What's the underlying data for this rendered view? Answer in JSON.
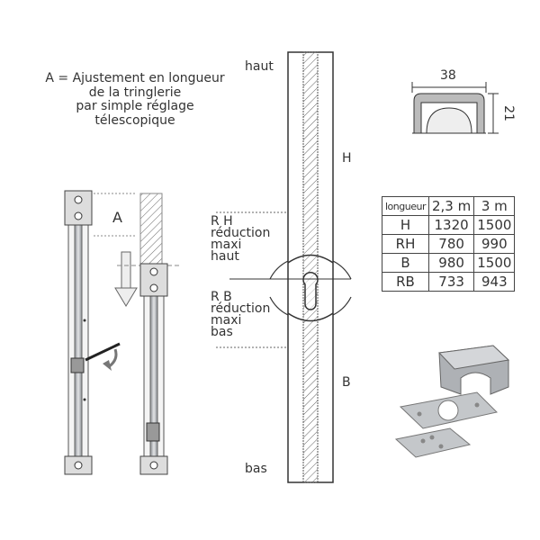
{
  "caption": {
    "lines": [
      "A = Ajustement en longueur",
      "de la tringlerie",
      "par simple réglage",
      "télescopique"
    ]
  },
  "labels": {
    "a": "A",
    "haut": "haut",
    "bas": "bas",
    "h": "H",
    "b": "B",
    "rh": [
      "R H",
      "réduction",
      "maxi",
      "haut"
    ],
    "rb": [
      "R B",
      "réduction",
      "maxi",
      "bas"
    ]
  },
  "profile": {
    "width": "38",
    "height": "21"
  },
  "table": {
    "headers": [
      "longueur",
      "2,3 m",
      "3 m"
    ],
    "rows": [
      [
        "H",
        "1320",
        "1500"
      ],
      [
        "RH",
        "780",
        "990"
      ],
      [
        "B",
        "980",
        "1500"
      ],
      [
        "RB",
        "733",
        "943"
      ]
    ]
  },
  "colors": {
    "line": "#333333",
    "metal": "#b9bcc0",
    "metal_dark": "#7d8186"
  }
}
